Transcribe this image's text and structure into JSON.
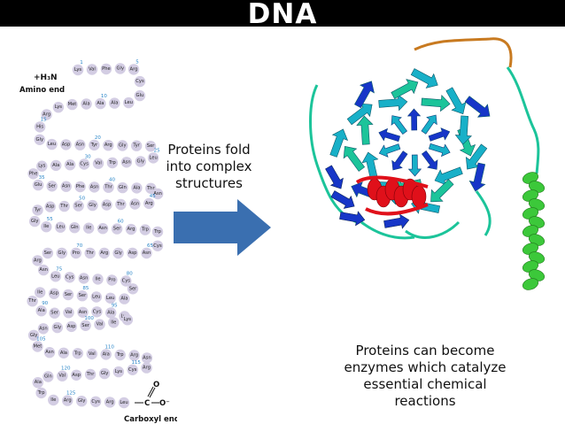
{
  "title": "DNA",
  "peptide": {
    "n_terminus_formula": "+H₃N",
    "n_terminus_label": "Amino end",
    "c_terminus_label": "Carboxyl end",
    "carboxyl_c": "C",
    "carboxyl_o": "O",
    "carboxyl_o_minus": "O⁻",
    "sequence": [
      "Lys",
      "Val",
      "Phe",
      "Gly",
      "Arg",
      "Cys",
      "Glu",
      "Leu",
      "Ala",
      "Ala",
      "Ala",
      "Met",
      "Lys",
      "Arg",
      "His",
      "Gly",
      "Leu",
      "Asp",
      "Asn",
      "Tyr",
      "Arg",
      "Gly",
      "Tyr",
      "Ser",
      "Leu",
      "Gly",
      "Asn",
      "Trp",
      "Val",
      "Cys",
      "Ala",
      "Ala",
      "Lys",
      "Phe",
      "Glu",
      "Ser",
      "Asn",
      "Phe",
      "Asn",
      "Thr",
      "Gln",
      "Ala",
      "Thr",
      "Asn",
      "Arg",
      "Asn",
      "Thr",
      "Asp",
      "Gly",
      "Ser",
      "Thr",
      "Asp",
      "Tyr",
      "Gly",
      "Ile",
      "Leu",
      "Gln",
      "Ile",
      "Asn",
      "Ser",
      "Arg",
      "Trp",
      "Trp",
      "Cys",
      "Asn",
      "Asp",
      "Gly",
      "Arg",
      "Thr",
      "Pro",
      "Gly",
      "Ser",
      "Arg",
      "Asn",
      "Leu",
      "Cys",
      "Asn",
      "Ile",
      "Pro",
      "Cys",
      "Ser",
      "Ala",
      "Leu",
      "Leu",
      "Ser",
      "Ser",
      "Asp",
      "Ile",
      "Thr",
      "Ala",
      "Ser",
      "Val",
      "Asn",
      "Cys",
      "Ala",
      "Lys",
      "Lys",
      "Ile",
      "Val",
      "Ser",
      "Asp",
      "Gly",
      "Asn",
      "Gly",
      "Met",
      "Asn",
      "Ala",
      "Trp",
      "Val",
      "Ala",
      "Trp",
      "Arg",
      "Asn",
      "Arg",
      "Cys",
      "Lys",
      "Gly",
      "Thr",
      "Asp",
      "Val",
      "Gln",
      "Ala",
      "Trp",
      "Ile",
      "Arg",
      "Gly",
      "Cys",
      "Arg",
      "Leu"
    ],
    "position_numbers": [
      "1",
      "5",
      "10",
      "15",
      "20",
      "25",
      "30",
      "35",
      "40",
      "45",
      "50",
      "55",
      "60",
      "65",
      "70",
      "75",
      "80",
      "85",
      "90",
      "95",
      "100",
      "105",
      "110",
      "115",
      "120",
      "125"
    ]
  },
  "captions": {
    "fold": [
      "Proteins fold",
      "into complex",
      "structures"
    ],
    "enzymes": [
      "Proteins can become",
      "enzymes which catalyze",
      "essential chemical",
      "reactions"
    ]
  },
  "colors": {
    "title_bar": "#000000",
    "title_text": "#ffffff",
    "residue_fill": "#d3cde3",
    "number_color": "#2a86c8",
    "arrow": "#3a6fb0",
    "helix_red": "#e0101a",
    "strand_blue": "#1736c8",
    "strand_cyan": "#18b0c8",
    "strand_teal": "#1cc49a",
    "helix_green": "#3cc83a",
    "loop_orange": "#c87a20"
  }
}
